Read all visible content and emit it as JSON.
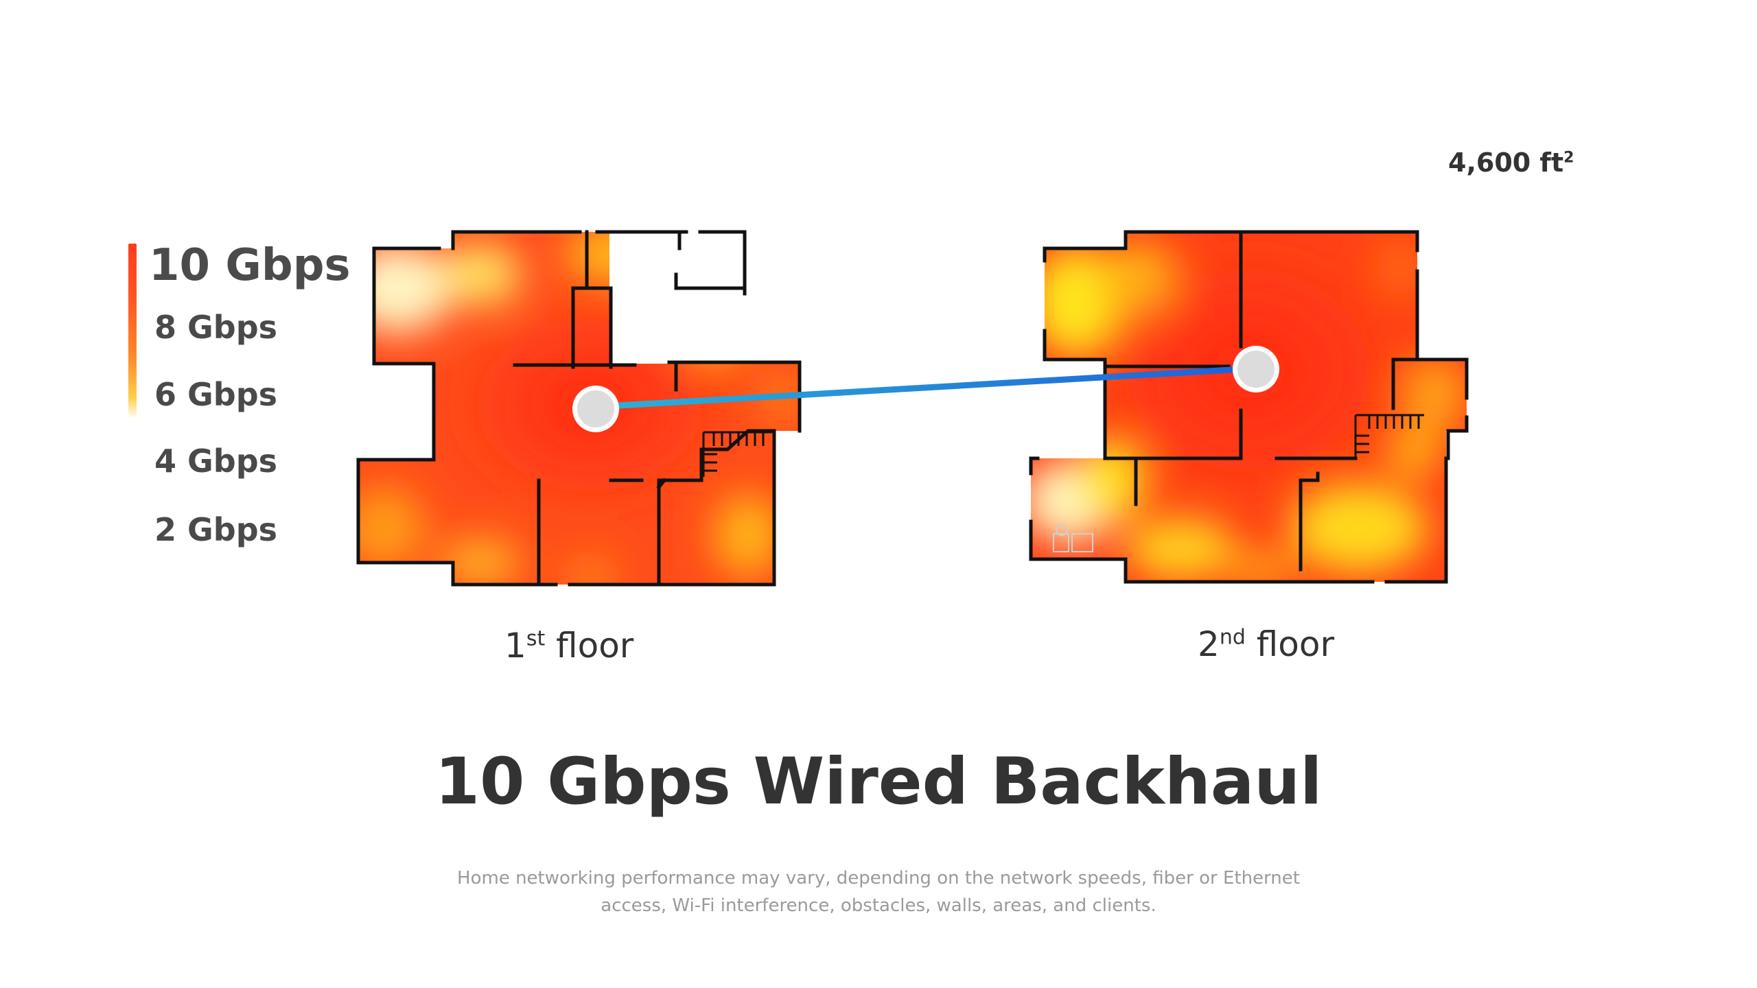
{
  "area": {
    "value": "4,600 ft",
    "exponent": "2"
  },
  "legend": {
    "top": "10 Gbps",
    "levels": [
      "8 Gbps",
      "6 Gbps",
      "4 Gbps",
      "2 Gbps"
    ]
  },
  "floors": [
    {
      "base": "1",
      "suffix": "st",
      "word": " floor"
    },
    {
      "base": "2",
      "suffix": "nd",
      "word": " floor"
    }
  ],
  "title": "10 Gbps Wired Backhaul",
  "disclaimer": {
    "line1": "Home networking performance may vary, depending on the network speeds, fiber or Ethernet",
    "line2": "access, Wi-Fi interference, obstacles, walls, areas, and clients."
  },
  "colors": {
    "heat_high": "#ff3b1f",
    "heat_mid": "#ff7a1e",
    "heat_low": "#ffd400",
    "backhaul_left": "#2ab3d6",
    "backhaul_right": "#1f5fd9",
    "node": "#dddddd",
    "wall": "#111111"
  }
}
